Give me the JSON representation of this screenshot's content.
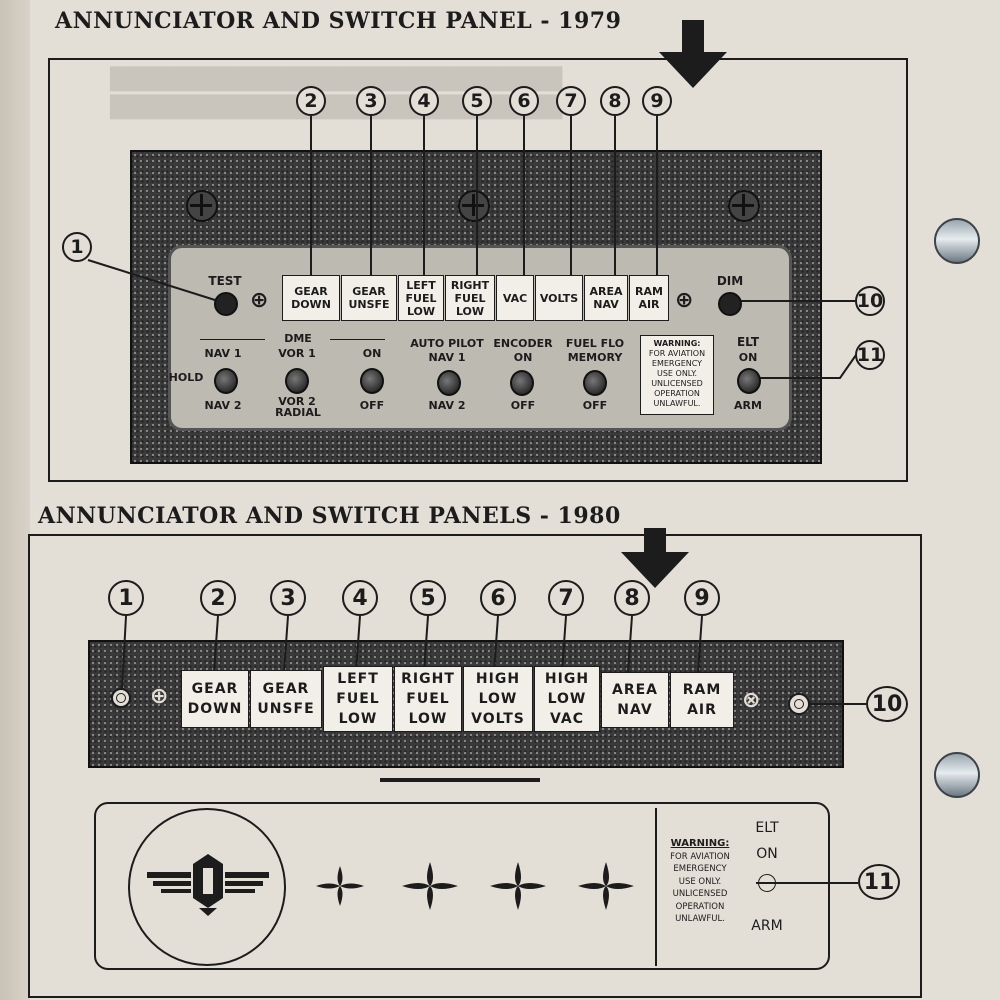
{
  "titles": {
    "t1979": "ANNUNCIATOR AND SWITCH PANEL - 1979",
    "t1980": "ANNUNCIATOR AND SWITCH PANELS - 1980"
  },
  "callouts": [
    "1",
    "2",
    "3",
    "4",
    "5",
    "6",
    "7",
    "8",
    "9",
    "10",
    "11"
  ],
  "panel_1979": {
    "test": "TEST",
    "dim": "DIM",
    "lamps": [
      [
        "GEAR",
        "DOWN"
      ],
      [
        "GEAR",
        "UNSFE"
      ],
      [
        "LEFT",
        "FUEL",
        "LOW"
      ],
      [
        "RIGHT",
        "FUEL",
        "LOW"
      ],
      [
        "VAC"
      ],
      [
        "VOLTS"
      ],
      [
        "AREA",
        "NAV"
      ],
      [
        "RAM",
        "AIR"
      ]
    ],
    "dme": "DME",
    "nav1": "NAV 1",
    "hold": "HOLD",
    "nav2": "NAV 2",
    "vor1": "VOR 1",
    "vor2": "VOR 2",
    "radial": "RADIAL",
    "on": "ON",
    "off": "OFF",
    "autopilot": "AUTO PILOT",
    "ap_nav1": "NAV 1",
    "ap_nav2": "NAV 2",
    "encoder": "ENCODER",
    "enc_on": "ON",
    "enc_off": "OFF",
    "fuelflo": "FUEL FLO",
    "memory": "MEMORY",
    "ff_off": "OFF",
    "warning": [
      "WARNING:",
      "FOR AVIATION",
      "EMERGENCY",
      "USE ONLY.",
      "UNLICENSED",
      "OPERATION",
      "UNLAWFUL."
    ],
    "elt": "ELT",
    "elt_on": "ON",
    "elt_arm": "ARM"
  },
  "panel_1980": {
    "lamps": [
      [
        "GEAR",
        "DOWN"
      ],
      [
        "GEAR",
        "UNSFE"
      ],
      [
        "LEFT",
        "FUEL",
        "LOW"
      ],
      [
        "RIGHT",
        "FUEL",
        "LOW"
      ],
      [
        "HIGH",
        "LOW",
        "VOLTS"
      ],
      [
        "HIGH",
        "LOW",
        "VAC"
      ],
      [
        "AREA",
        "NAV"
      ],
      [
        "RAM",
        "AIR"
      ]
    ],
    "warning": [
      "WARNING:",
      "FOR AVIATION",
      "EMERGENCY",
      "USE ONLY.",
      "UNLICENSED",
      "OPERATION",
      "UNLAWFUL."
    ],
    "elt": "ELT",
    "elt_on": "ON",
    "elt_arm": "ARM"
  }
}
